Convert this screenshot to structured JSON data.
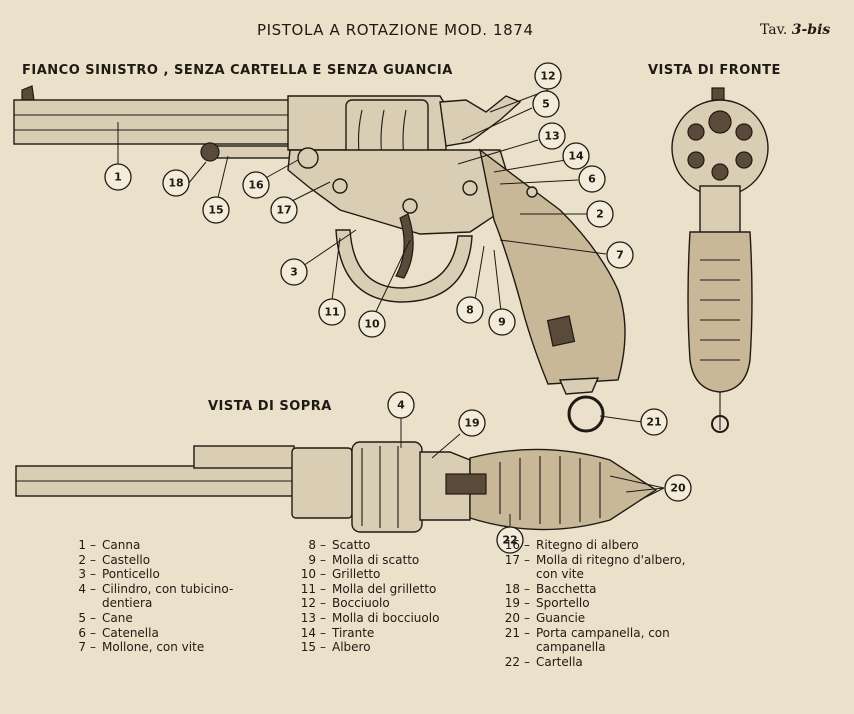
{
  "header": {
    "title": "PISTOLA A ROTAZIONE MOD. 1874",
    "plate_prefix": "Tav.",
    "plate_number": "3-bis"
  },
  "views": {
    "side": "FIANCO SINISTRO , SENZA CARTELLA E SENZA GUANCIA",
    "front": "VISTA DI FRONTE",
    "top": "VISTA DI SOPRA"
  },
  "legend": {
    "col1": [
      {
        "num": "1",
        "text": "Canna"
      },
      {
        "num": "2",
        "text": "Castello"
      },
      {
        "num": "3",
        "text": "Ponticello"
      },
      {
        "num": "4",
        "text": "Cilindro, con tubicino-"
      },
      {
        "num": "",
        "text": "dentiera"
      },
      {
        "num": "5",
        "text": "Cane"
      },
      {
        "num": "6",
        "text": "Catenella"
      },
      {
        "num": "7",
        "text": "Mollone, con vite"
      }
    ],
    "col2": [
      {
        "num": "8",
        "text": "Scatto"
      },
      {
        "num": "9",
        "text": "Molla di scatto"
      },
      {
        "num": "10",
        "text": "Grilletto"
      },
      {
        "num": "11",
        "text": "Molla del grilletto"
      },
      {
        "num": "12",
        "text": "Bocciuolo"
      },
      {
        "num": "13",
        "text": "Molla di bocciuolo"
      },
      {
        "num": "14",
        "text": "Tirante"
      },
      {
        "num": "15",
        "text": "Albero"
      }
    ],
    "col3": [
      {
        "num": "16",
        "text": "Ritegno di albero"
      },
      {
        "num": "17",
        "text": "Molla di ritegno d'albero,"
      },
      {
        "num": "",
        "text": "con vite"
      },
      {
        "num": "18",
        "text": "Bacchetta"
      },
      {
        "num": "19",
        "text": "Sportello"
      },
      {
        "num": "20",
        "text": "Guancie"
      },
      {
        "num": "21",
        "text": "Porta campanella, con"
      },
      {
        "num": "",
        "text": "campanella"
      },
      {
        "num": "22",
        "text": "Cartella"
      }
    ]
  },
  "callouts": [
    "1",
    "2",
    "3",
    "4",
    "5",
    "6",
    "7",
    "8",
    "9",
    "10",
    "11",
    "12",
    "13",
    "14",
    "15",
    "16",
    "17",
    "18",
    "19",
    "20",
    "21",
    "22"
  ],
  "colors": {
    "paper": "#ebe0c9",
    "ink": "#1f1a14"
  }
}
